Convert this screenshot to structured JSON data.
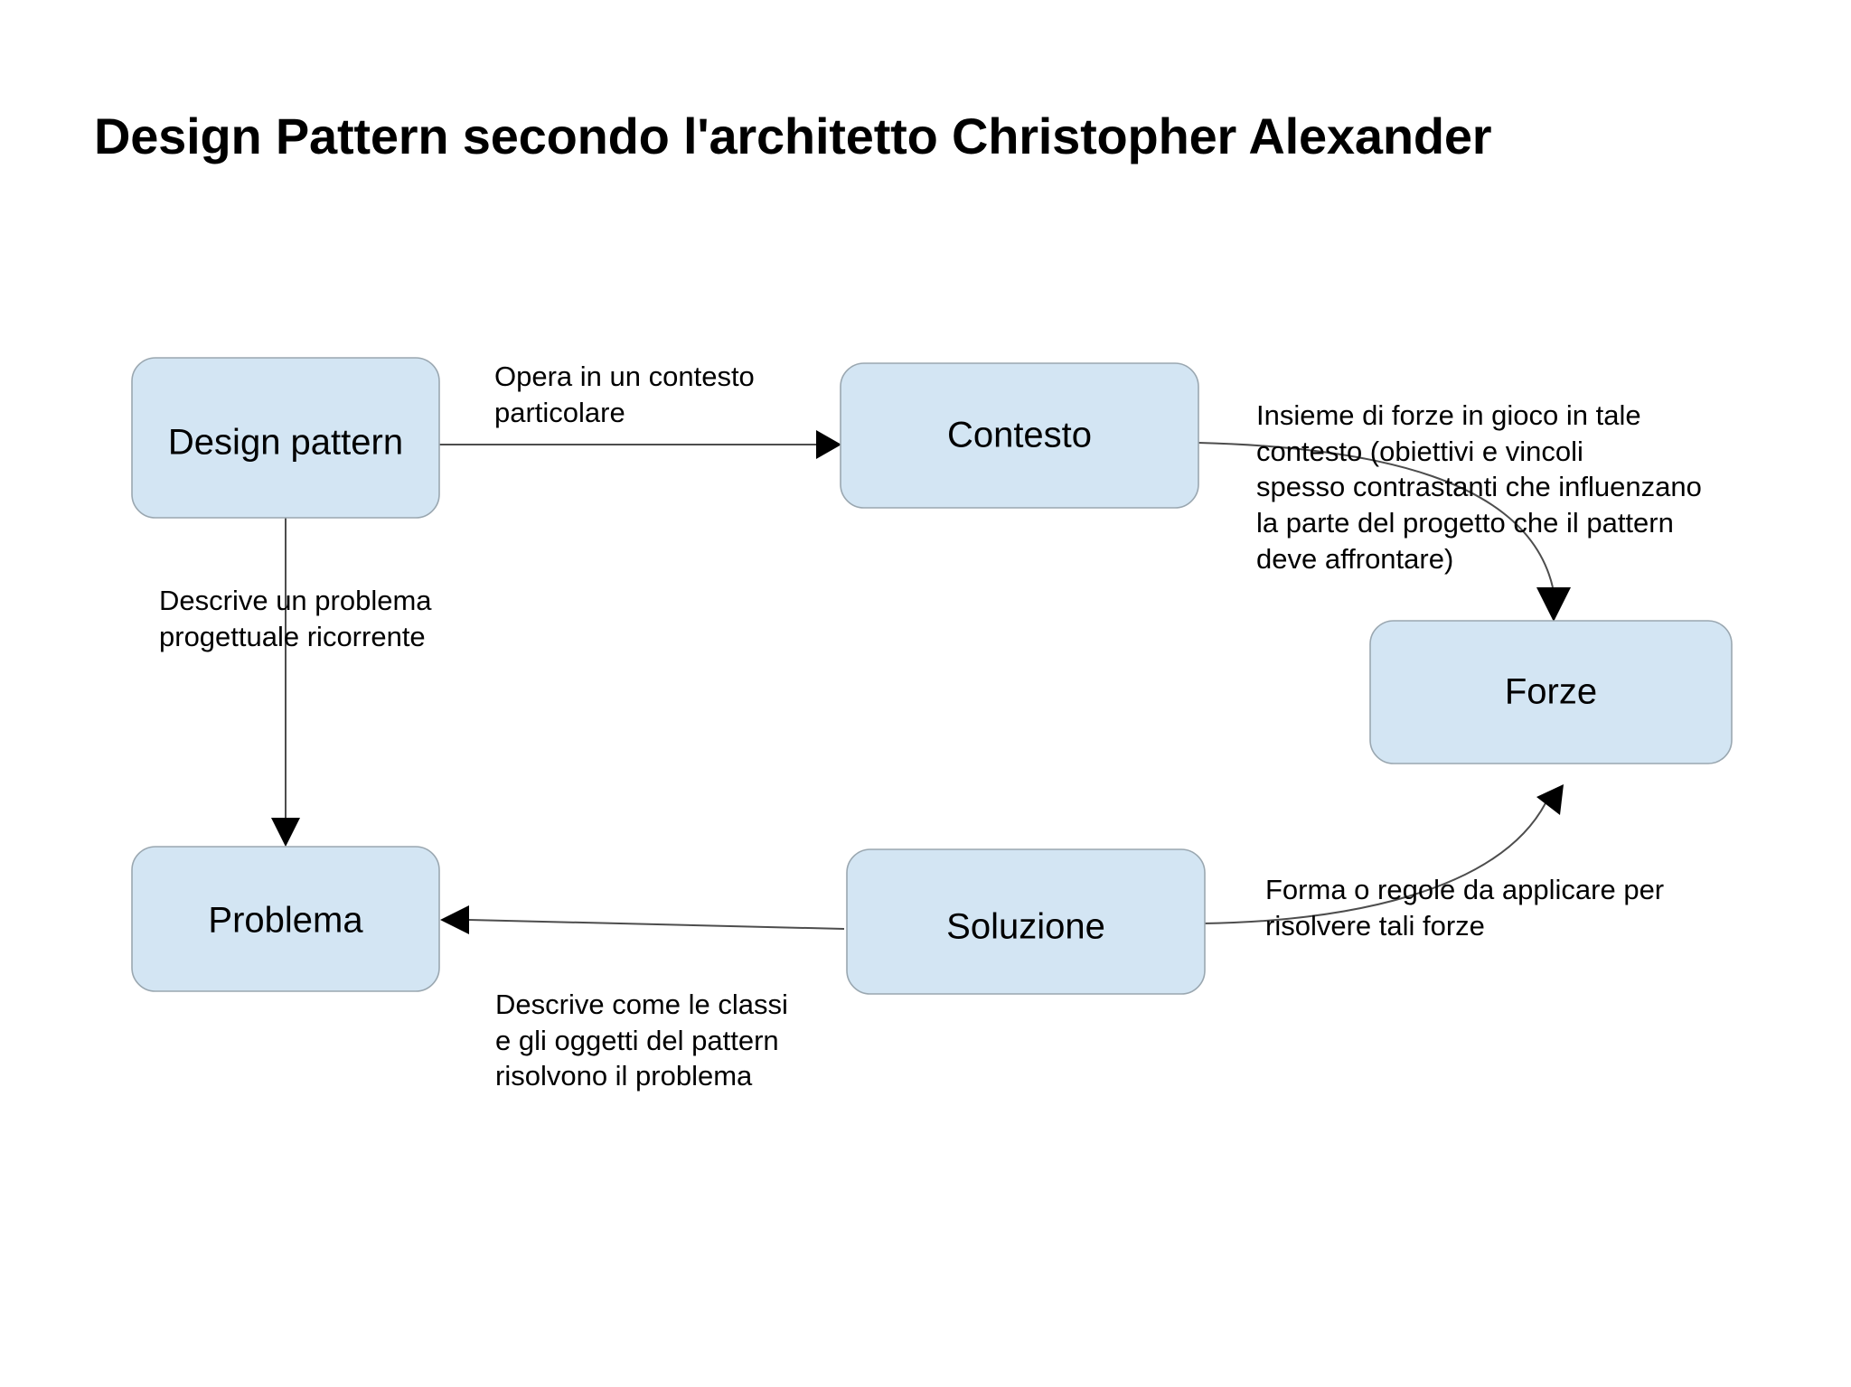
{
  "slide": {
    "title": "Design Pattern secondo l'architetto Christopher Alexander",
    "background_color": "#ffffff"
  },
  "theme": {
    "node_fill": "#d3e5f3",
    "node_stroke": "#9aa7b0",
    "edge_color": "#4d4d4d",
    "text_color": "#000000"
  },
  "diagram": {
    "nodes": [
      {
        "id": "design-pattern",
        "label": "Design pattern"
      },
      {
        "id": "contesto",
        "label": "Contesto"
      },
      {
        "id": "forze",
        "label": "Forze"
      },
      {
        "id": "problema",
        "label": "Problema"
      },
      {
        "id": "soluzione",
        "label": "Soluzione"
      }
    ],
    "edges": [
      {
        "id": "design-pattern-to-contesto",
        "from": "design-pattern",
        "to": "contesto",
        "label": "Opera in un contesto\nparticolare"
      },
      {
        "id": "design-pattern-to-problema",
        "from": "design-pattern",
        "to": "problema",
        "label": "Descrive un problema\nprogettuale ricorrente"
      },
      {
        "id": "contesto-to-forze",
        "from": "contesto",
        "to": "forze",
        "label": "Insieme di forze in gioco in tale\ncontesto (obiettivi e vincoli\nspesso contrastanti che influenzano\nla parte del progetto che il pattern\n deve affrontare)"
      },
      {
        "id": "soluzione-to-forze",
        "from": "soluzione",
        "to": "forze",
        "label": "Forma o regole da applicare per\nrisolvere tali forze"
      },
      {
        "id": "soluzione-to-problema",
        "from": "soluzione",
        "to": "problema",
        "label": "Descrive come le classi\ne gli oggetti del pattern\nrisolvono il problema"
      }
    ]
  }
}
